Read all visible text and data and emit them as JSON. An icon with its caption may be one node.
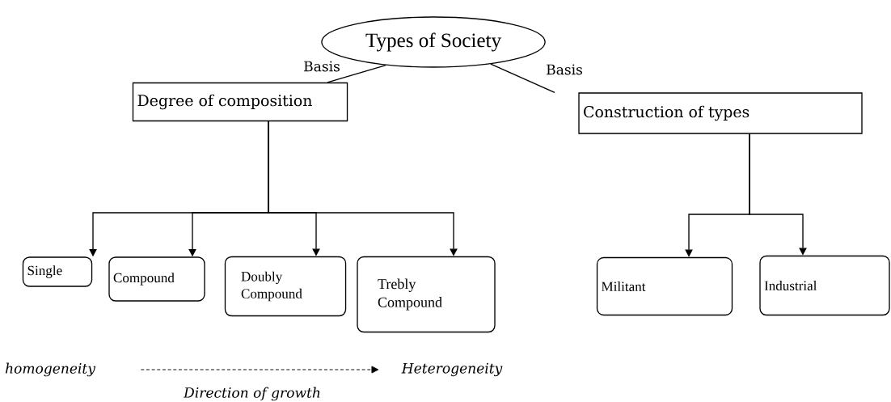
{
  "diagram": {
    "nodes": [
      {
        "text": [
          "Types of Society"
        ]
      },
      {
        "text": [
          "Degree of composition"
        ]
      },
      {
        "text": [
          "Construction of types"
        ]
      },
      {
        "text": [
          "Single"
        ]
      },
      {
        "text": [
          "Compound"
        ]
      },
      {
        "text": [
          "Doubly Compound"
        ]
      },
      {
        "text": [
          "Trebly Compound"
        ]
      },
      {
        "text": [
          "Militant"
        ]
      },
      {
        "text": [
          "Industrial"
        ]
      },
      {
        "text": [
          "homogeneity"
        ]
      },
      {
        "text": [
          "Heterogeneity"
        ]
      }
    ],
    "edges": [
      {
        "from": 0,
        "to": 1,
        "arrow": "none",
        "label": "Basis"
      },
      {
        "from": 0,
        "to": 2,
        "arrow": "none",
        "label": "Basis"
      },
      {
        "from": 1,
        "to": 3,
        "arrow": "to"
      },
      {
        "from": 1,
        "to": 4,
        "arrow": "to"
      },
      {
        "from": 1,
        "to": 5,
        "arrow": "to"
      },
      {
        "from": 1,
        "to": 6,
        "arrow": "to"
      },
      {
        "from": 2,
        "to": 7,
        "arrow": "to"
      },
      {
        "from": 2,
        "to": 8,
        "arrow": "to"
      },
      {
        "from": 9,
        "to": 10,
        "arrow": "to",
        "style": "dashed",
        "label": "Direction of growth"
      }
    ]
  }
}
